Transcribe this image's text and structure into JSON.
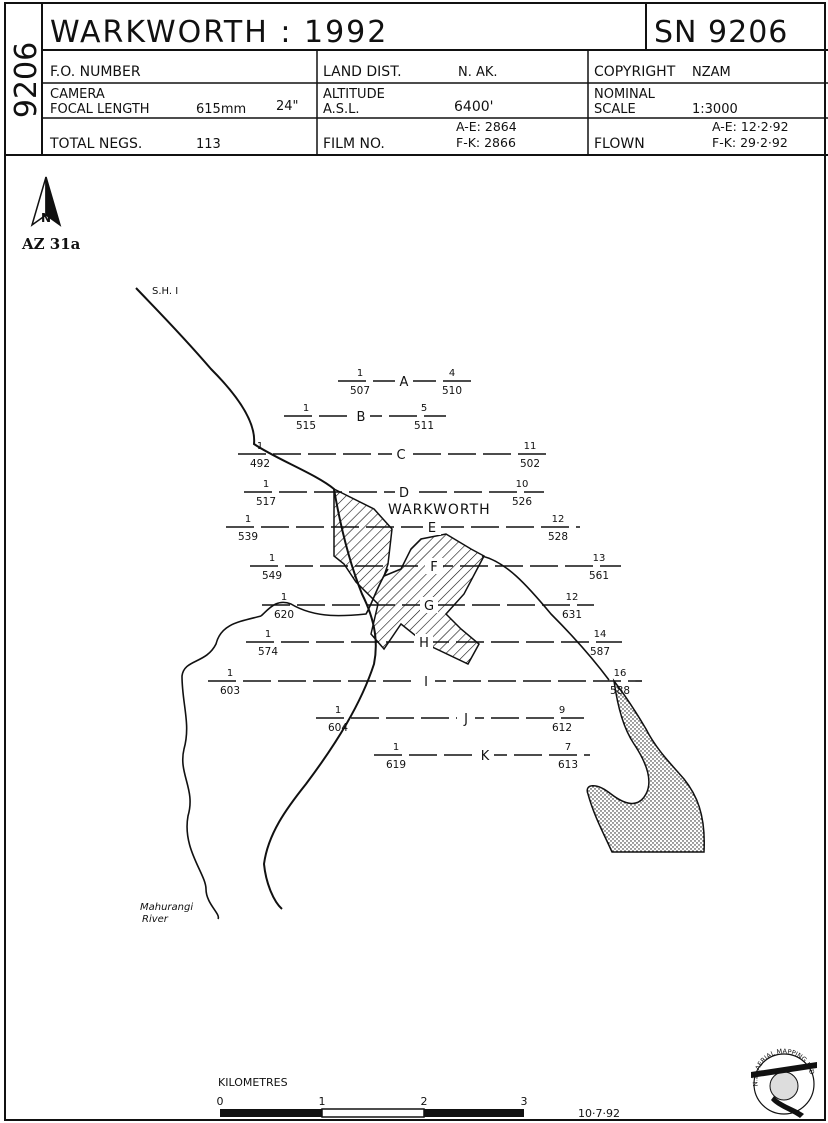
{
  "sheet_code_side": "9206",
  "title": "WARKWORTH : 1992",
  "sn": "SN 9206",
  "header": {
    "fo_number_label": "F.O. NUMBER",
    "land_dist_label": "LAND DIST.",
    "land_dist_value": "N. AK.",
    "copyright_label": "COPYRIGHT",
    "copyright_value": "NZAM",
    "camera_label": "CAMERA",
    "focal_length_label": "FOCAL LENGTH",
    "focal_mm": "615mm",
    "focal_in": "24\"",
    "altitude_label": "ALTITUDE",
    "asl_label": "A.S.L.",
    "altitude_value": "6400'",
    "nominal_label": "NOMINAL",
    "scale_label": "SCALE",
    "scale_value": "1:3000",
    "total_negs_label": "TOTAL NEGS.",
    "total_negs_value": "113",
    "film_no_label": "FILM NO.",
    "film_ae": "A-E: 2864",
    "film_fk": "F-K: 2866",
    "flown_label": "FLOWN",
    "flown_ae": "A-E: 12·2·92",
    "flown_fk": "F-K: 29·2·92"
  },
  "map": {
    "north_label": "N",
    "az_label": "AZ 31a",
    "road_label": "S.H. I",
    "town_label": "WARKWORTH",
    "river_label_1": "Mahurangi",
    "river_label_2": "River",
    "strips": [
      {
        "letter": "A",
        "start_num": "1",
        "start_neg": "507",
        "end_num": "4",
        "end_neg": "510"
      },
      {
        "letter": "B",
        "start_num": "1",
        "start_neg": "515",
        "end_num": "5",
        "end_neg": "511"
      },
      {
        "letter": "C",
        "start_num": "1",
        "start_neg": "492",
        "end_num": "11",
        "end_neg": "502"
      },
      {
        "letter": "D",
        "start_num": "1",
        "start_neg": "517",
        "end_num": "10",
        "end_neg": "526"
      },
      {
        "letter": "E",
        "start_num": "1",
        "start_neg": "539",
        "end_num": "12",
        "end_neg": "528"
      },
      {
        "letter": "F",
        "start_num": "1",
        "start_neg": "549",
        "end_num": "13",
        "end_neg": "561"
      },
      {
        "letter": "G",
        "start_num": "1",
        "start_neg": "620",
        "end_num": "12",
        "end_neg": "631"
      },
      {
        "letter": "H",
        "start_num": "1",
        "start_neg": "574",
        "end_num": "14",
        "end_neg": "587"
      },
      {
        "letter": "I",
        "start_num": "1",
        "start_neg": "603",
        "end_num": "16",
        "end_neg": "588"
      },
      {
        "letter": "J",
        "start_num": "1",
        "start_neg": "604",
        "end_num": "9",
        "end_neg": "612"
      },
      {
        "letter": "K",
        "start_num": "1",
        "start_neg": "619",
        "end_num": "7",
        "end_neg": "613"
      }
    ]
  },
  "scale_bar": {
    "title": "KILOMETRES",
    "ticks": [
      "0",
      "1",
      "2",
      "3"
    ]
  },
  "date": "10·7·92",
  "logo_text": "N.Z. AERIAL MAPPING LTD."
}
